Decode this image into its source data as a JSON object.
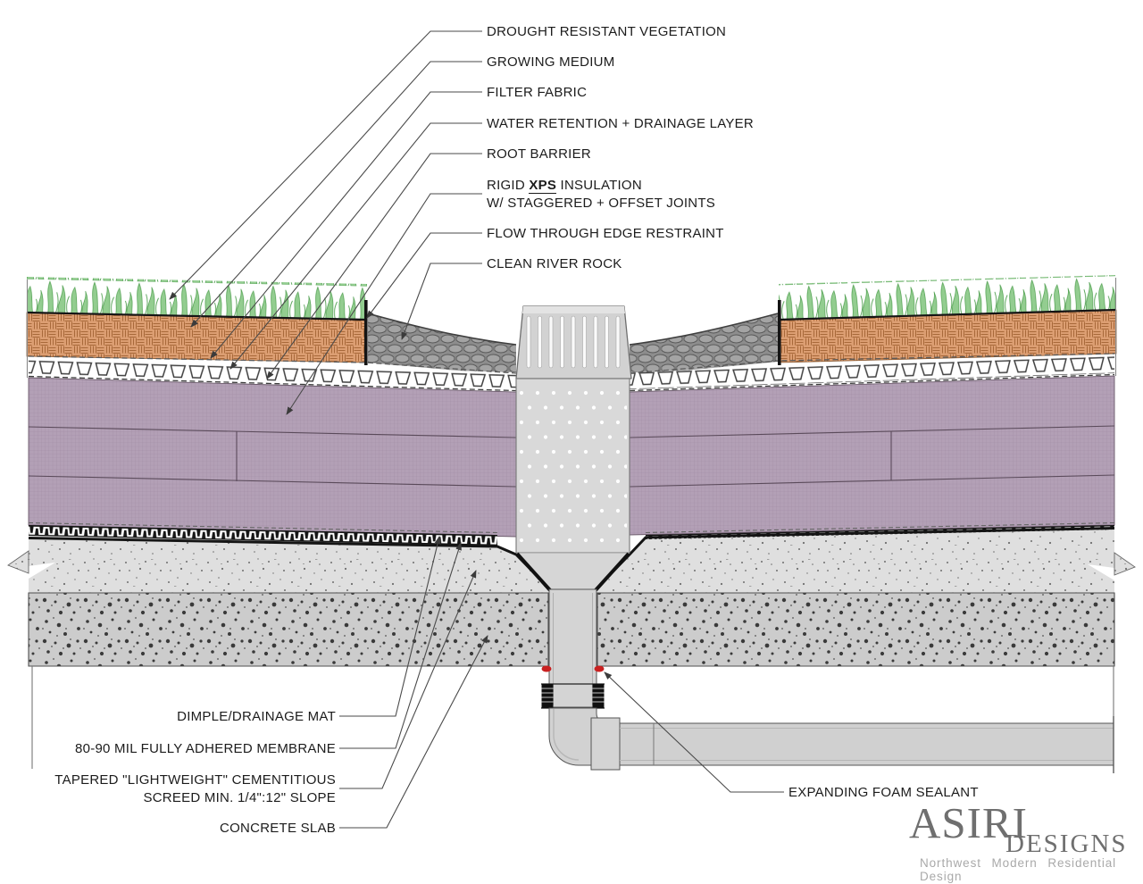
{
  "callouts": {
    "top": [
      "DROUGHT RESISTANT VEGETATION",
      "GROWING MEDIUM",
      "FILTER FABRIC",
      "WATER RETENTION + DRAINAGE LAYER",
      "ROOT BARRIER"
    ],
    "xps": {
      "pre": "RIGID ",
      "term": "XPS",
      "post": " INSULATION",
      "line2": "W/ STAGGERED + OFFSET JOINTS"
    },
    "edge_restraint": "FLOW THROUGH EDGE RESTRAINT",
    "river_rock": "CLEAN RIVER ROCK",
    "bottom_left": {
      "dimple_mat": "DIMPLE/DRAINAGE MAT",
      "membrane": "80-90 MIL FULLY ADHERED MEMBRANE",
      "screed_line1": "TAPERED \"LIGHTWEIGHT\" CEMENTITIOUS",
      "screed_line2": "SCREED MIN. 1/4\":12\" SLOPE",
      "slab": "CONCRETE SLAB"
    },
    "sealant": "EXPANDING FOAM SEALANT"
  },
  "brand": {
    "name": "ASIRI",
    "suffix": "DESIGNS",
    "tagline": "Northwest Modern Residential Design"
  },
  "colors": {
    "growing_medium": "#DC9E72",
    "growing_medium_hatch": "#A8693A",
    "vegetation_fill": "#93CD90",
    "vegetation_stroke": "#4F9F4F",
    "river_rock_bg": "#8D8D8D",
    "xps_insulation": "#B3A0B6",
    "screed_speckle": "#DFDFDF",
    "concrete_slab": "#CCCCCC",
    "drain_metal": "#D6D6D6",
    "sealant_red": "#C92121",
    "membrane_black": "#151515",
    "leader_line": "#4A4A4A",
    "logo_gray": "#6F6F6F",
    "tagline_gray": "#A9A9A9"
  }
}
